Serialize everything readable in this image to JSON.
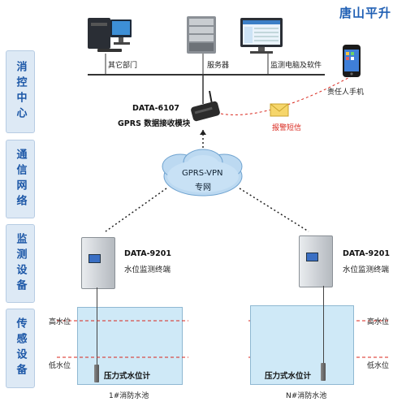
{
  "brand": "唐山平升",
  "sections": {
    "control_center": "消控中心",
    "comm_network": "通信网络",
    "monitor_device": "监测设备",
    "sense_device": "传感设备"
  },
  "top": {
    "other_dept": "其它部门",
    "server": "服务器",
    "monitor_pc": "监测电脑及软件",
    "phone": "责任人手机"
  },
  "gprs": {
    "model": "DATA-6107",
    "desc": "GPRS 数据接收模块"
  },
  "alarm_sms": "报警短信",
  "vpn": {
    "line1": "GPRS-VPN",
    "line2": "专网"
  },
  "terminals": [
    {
      "model": "DATA-9201",
      "desc": "水位监测终端"
    },
    {
      "model": "DATA-9201",
      "desc": "水位监测终端"
    }
  ],
  "pools": [
    {
      "high": "高水位",
      "low": "低水位",
      "gauge": "压力式水位计",
      "name": "1#消防水池"
    },
    {
      "high": "高水位",
      "low": "低水位",
      "gauge": "压力式水位计",
      "name": "N#消防水池"
    }
  ],
  "colors": {
    "accent": "#1c57a7",
    "alarm": "#d9261c",
    "water": "#cfe9f7"
  }
}
